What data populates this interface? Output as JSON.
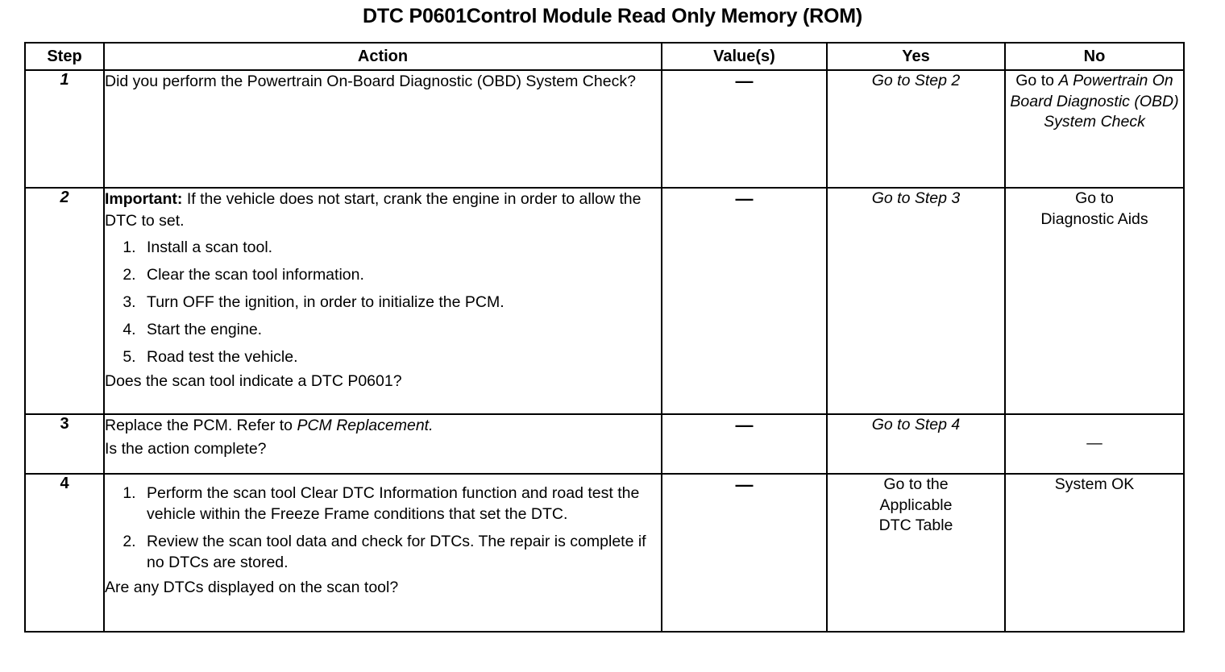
{
  "document": {
    "title": "DTC P0601Control Module Read Only Memory (ROM)"
  },
  "table": {
    "headers": {
      "step": "Step",
      "action": "Action",
      "values": "Value(s)",
      "yes": "Yes",
      "no": "No"
    },
    "rows": [
      {
        "step": "1",
        "action": {
          "lead": "Did you perform the Powertrain On-Board Diagnostic (OBD) System Check?"
        },
        "value": "—",
        "yes": "Go to Step 2",
        "no_prefix": "Go to ",
        "no_italic": "A Powertrain On Board Diagnostic (OBD) System Check"
      },
      {
        "step": "2",
        "action": {
          "important_label": "Important:",
          "important_text": " If the vehicle does not start, crank the engine in order to allow the DTC to set.",
          "steps": [
            "Install a scan tool.",
            "Clear the scan tool information.",
            "Turn OFF the ignition, in order to initialize the PCM.",
            "Start the engine.",
            "Road test the vehicle."
          ],
          "closing": "Does the scan tool indicate a DTC P0601?"
        },
        "value": "—",
        "yes": "Go to Step 3",
        "no_lines": [
          "Go to",
          "Diagnostic Aids"
        ]
      },
      {
        "step": "3",
        "action": {
          "line1_plain": "Replace the PCM. Refer to ",
          "line1_italic": "PCM Replacement.",
          "line2": "Is the action complete?"
        },
        "value": "—",
        "yes": "Go to Step 4",
        "no": "—"
      },
      {
        "step": "4",
        "action": {
          "steps": [
            "Perform the scan tool Clear DTC Information function and road test the vehicle within the Freeze Frame conditions that set the DTC.",
            "Review the scan tool data and check for DTCs. The repair is complete if no DTCs are stored."
          ],
          "closing": "Are any DTCs displayed on the scan tool?"
        },
        "value": "—",
        "yes_lines": [
          "Go to the",
          "Applicable",
          "DTC Table"
        ],
        "no": "System OK"
      }
    ]
  }
}
